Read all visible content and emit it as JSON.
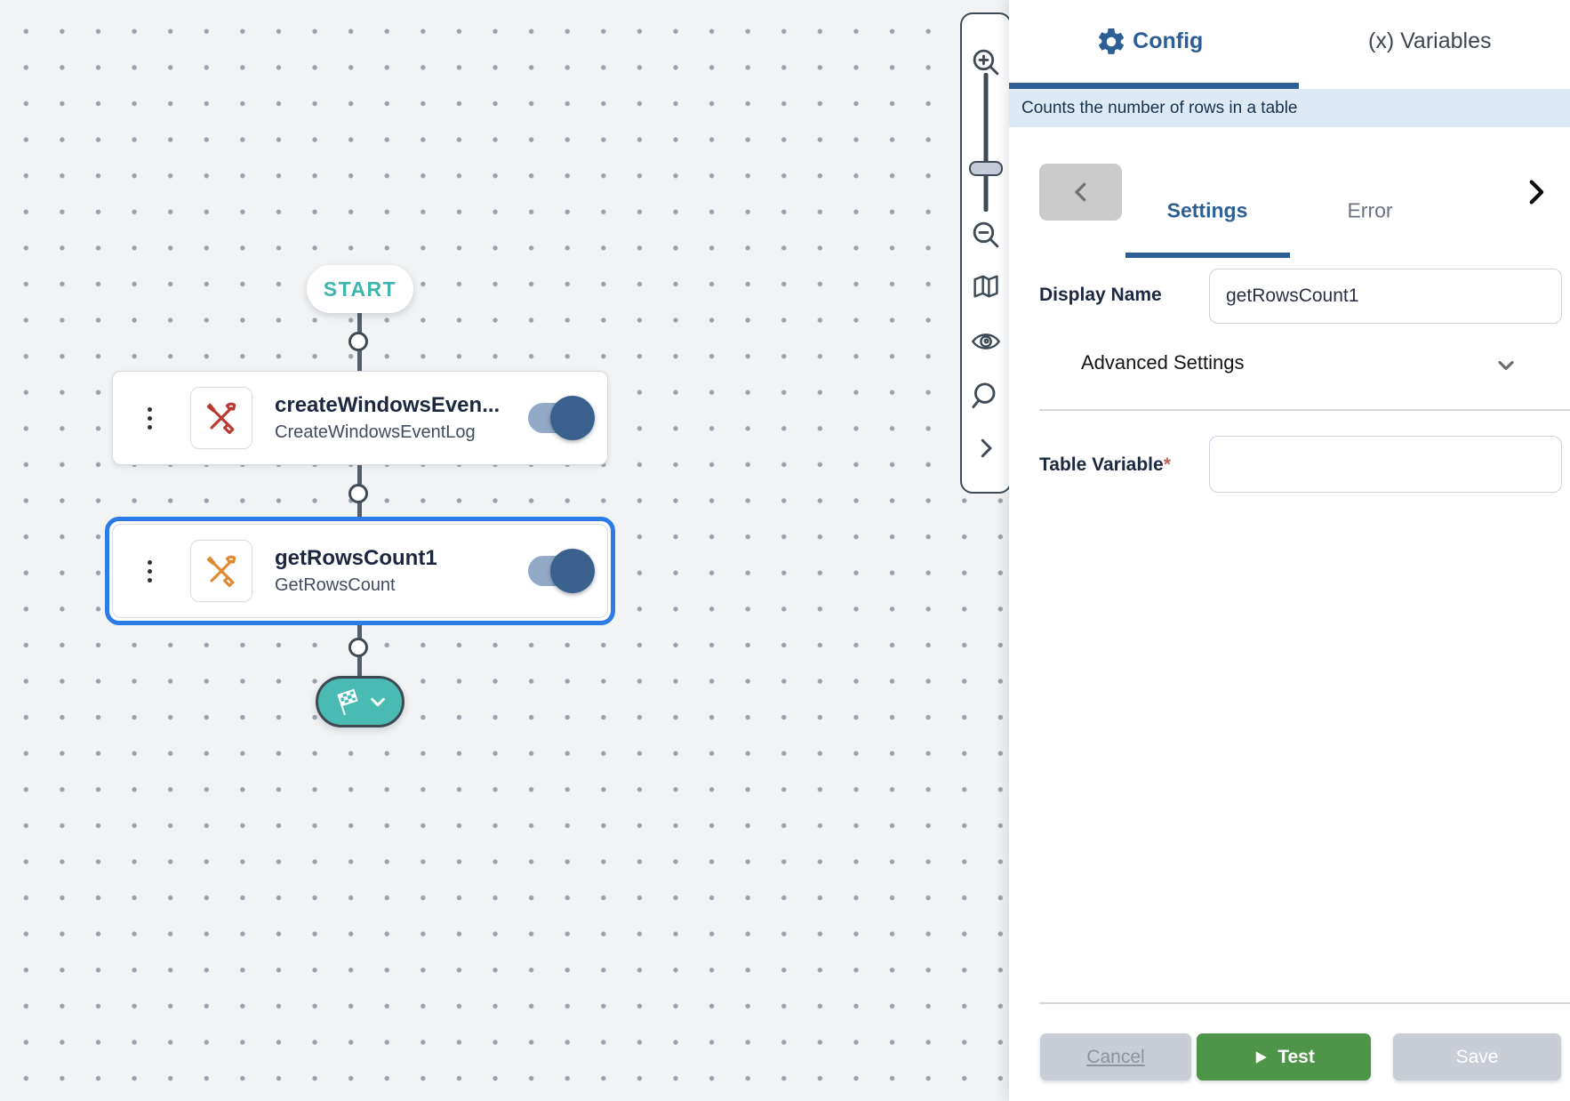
{
  "canvas": {
    "start_label": "START",
    "nodes": [
      {
        "title": "createWindowsEven...",
        "subtitle": "CreateWindowsEventLog",
        "enabled": true,
        "selected": false,
        "icon": "crossed-tools-icon",
        "icon_color": "#b83b31"
      },
      {
        "title": "getRowsCount1",
        "subtitle": "GetRowsCount",
        "enabled": true,
        "selected": true,
        "icon": "crossed-tools-icon",
        "icon_color": "#df8a33"
      }
    ],
    "end_node_icon": "checkered-flag-icon"
  },
  "toolbar": {
    "items": [
      "zoom-in",
      "zoom-slider",
      "zoom-out",
      "minimap",
      "watch",
      "search",
      "collapse-right"
    ]
  },
  "panel": {
    "tabs": {
      "config": "Config",
      "variables": "(x) Variables"
    },
    "description": "Counts the number of rows in a table",
    "subtabs": {
      "settings": "Settings",
      "error": "Error"
    },
    "fields": {
      "display_name_label": "Display Name",
      "display_name_value": "getRowsCount1",
      "advanced_settings_label": "Advanced Settings",
      "table_variable_label": "Table Variable",
      "required_marker": "*",
      "table_variable_value": ""
    },
    "buttons": {
      "cancel": "Cancel",
      "test": "Test",
      "save": "Save"
    }
  },
  "colors": {
    "accent_blue": "#2d5f94",
    "selection_blue": "#2c7ce8",
    "teal": "#49bbb3",
    "green": "#4e9549",
    "banner_bg": "#ddeaf6",
    "canvas_bg": "#f1f3f4",
    "toggle_knob": "#3a618e",
    "toggle_track": "#92a9c7",
    "required_red": "#c2635e"
  }
}
